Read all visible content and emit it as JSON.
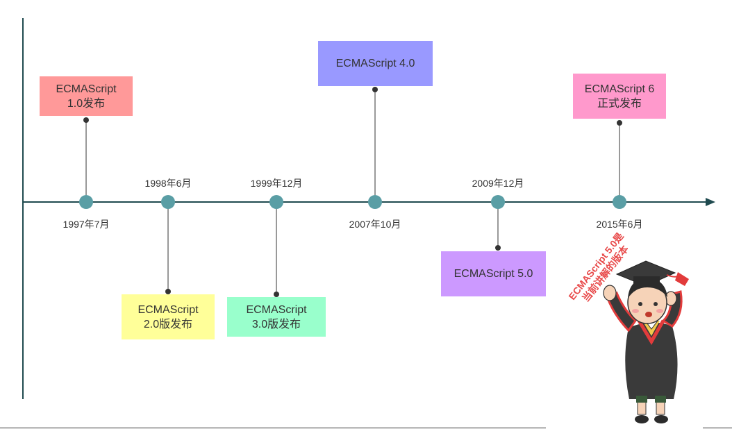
{
  "timeline": {
    "events": [
      {
        "id": "e1",
        "date": "1997年7月",
        "label": "ECMAScript\n1.0发布",
        "color": "#ff9999"
      },
      {
        "id": "e2",
        "date": "1998年6月",
        "label": "ECMAScript\n2.0版发布",
        "color": "#ffff99"
      },
      {
        "id": "e3",
        "date": "1999年12月",
        "label": "ECMAScript\n3.0版发布",
        "color": "#99ffcc"
      },
      {
        "id": "e4",
        "date": "2007年10月",
        "label": "ECMAScript 4.0",
        "color": "#9999ff"
      },
      {
        "id": "e5",
        "date": "2009年12月",
        "label": "ECMAScript 5.0",
        "color": "#cc99ff"
      },
      {
        "id": "e6",
        "date": "2015年6月",
        "label": "ECMAScript 6\n正式发布",
        "color": "#ff99cc"
      }
    ],
    "axis_color": "#1f4a4f",
    "node_color": "#5a9ea5"
  },
  "mascot": {
    "callout_line1": "ECMAScript 5.0是",
    "callout_line2": "当前讲解的版本",
    "callout_color": "#e84a4a"
  }
}
